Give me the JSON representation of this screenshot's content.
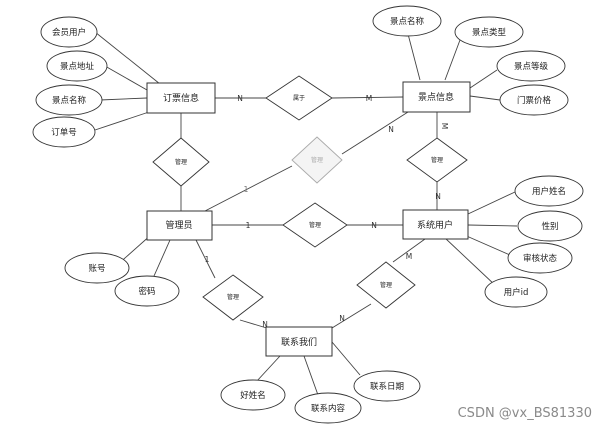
{
  "entities": {
    "booking": "订票信息",
    "scenic": "景点信息",
    "admin": "管理员",
    "sysuser": "系统用户",
    "contact": "联系我们"
  },
  "attributes": {
    "booking": [
      "会员用户",
      "景点地址",
      "景点名称",
      "订单号"
    ],
    "scenic": [
      "景点名称",
      "景点类型",
      "景点等级",
      "门票价格"
    ],
    "sysuser": [
      "用户姓名",
      "性别",
      "审核状态",
      "用户id"
    ],
    "admin": [
      "账号",
      "密码"
    ],
    "contact": [
      "好姓名",
      "联系内容",
      "联系日期"
    ]
  },
  "relations": {
    "belongs": "属于",
    "manage_booking": "管理",
    "manage_scenic": "管理",
    "manage_sysuser": "管理",
    "manage_admin_contact": "管理",
    "manage_user_contact": "管理",
    "manage_admin_scenic": "管理"
  },
  "cardinalities": {
    "booking_belongs": "N",
    "belongs_scenic": "M",
    "scenic_manage": "M",
    "manage_sysuser": "N",
    "admin_manage": "1",
    "manage_sysuser_n": "N",
    "admin_scenic_1": "1",
    "admin_scenic_n": "N",
    "admin_contact_1": "1",
    "contact_admin_n": "N",
    "user_contact_m": "M",
    "contact_user_n": "N"
  },
  "watermark": "CSDN @vx_BS81330"
}
